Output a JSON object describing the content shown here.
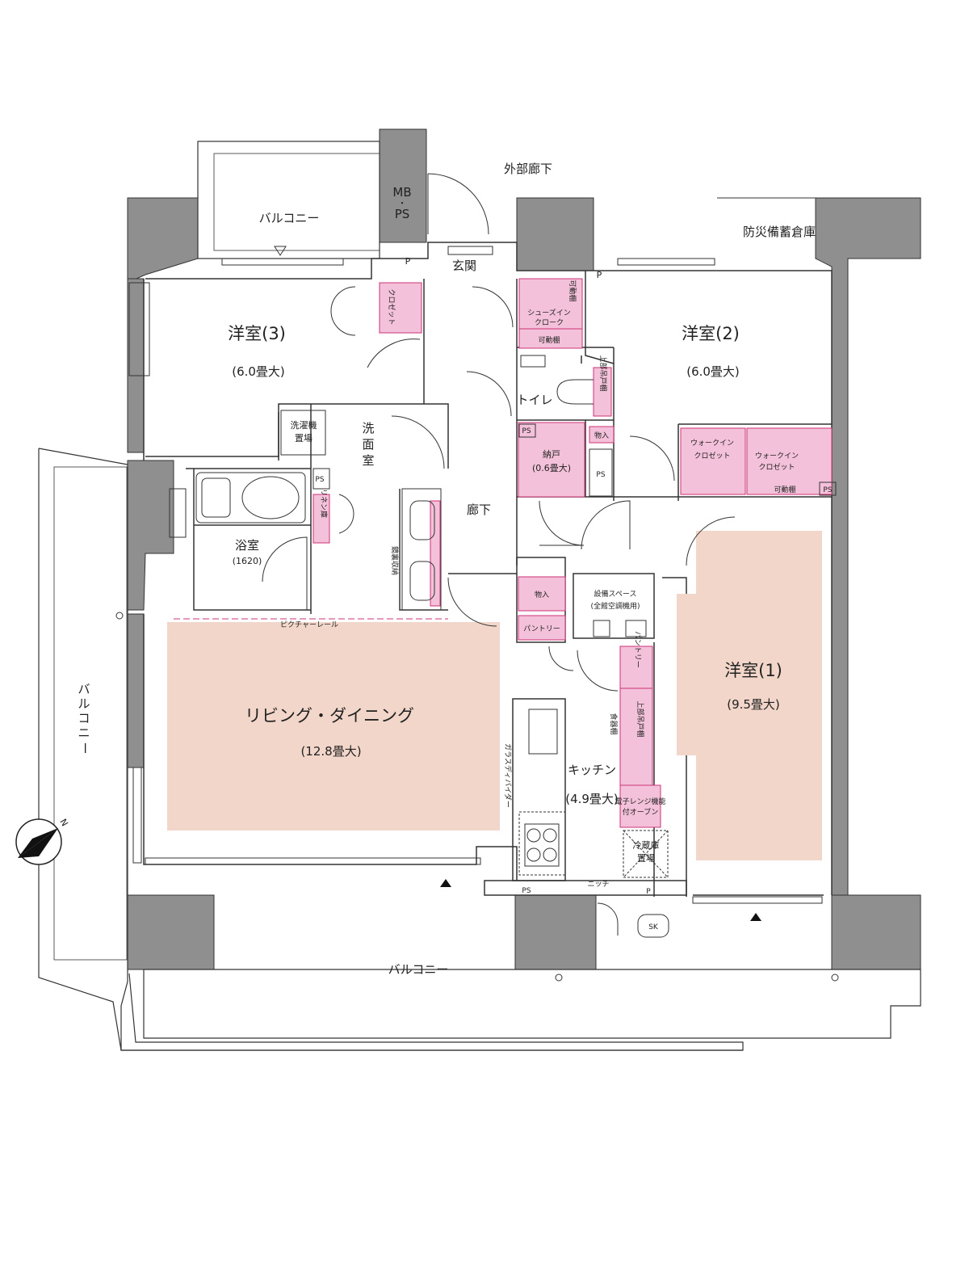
{
  "labels": {
    "outer_corridor": "外部廊下",
    "mbps_1": "MB",
    "mbps_dot": "・",
    "mbps_2": "PS",
    "balcony_north": "バルコニー",
    "storage_disaster": "防災備蓄倉庫",
    "entrance": "玄関",
    "p_top_left": "P",
    "p_top_right": "P",
    "room3_name": "洋室(3)",
    "room3_size": "(6.0畳大)",
    "room3_closet": "クロゼット",
    "shoes_movable_shelf": "可動棚",
    "shoes_in_cloak_1": "シューズイン",
    "shoes_in_cloak_2": "クローク",
    "shoes_movable_shelf_2": "可動棚",
    "room2_name": "洋室(2)",
    "room2_size": "(6.0畳大)",
    "toilet": "トイレ",
    "toilet_upper_cabinet": "上部吊戸棚",
    "washer_1": "洗濯機",
    "washer_2": "置場",
    "washroom_1": "洗",
    "washroom_2": "面",
    "washroom_3": "室",
    "ps_wash": "PS",
    "ps_closet": "PS",
    "ps_pantry": "PS",
    "ps_right": "PS",
    "ps_kitchen": "PS",
    "storage_small": "納戸",
    "storage_small_size": "(0.6畳大)",
    "mono_in_1": "物入",
    "wic_1a": "ウォークイン",
    "wic_1b": "クロゼット",
    "wic_2a": "ウォークイン",
    "wic_2b": "クロゼット",
    "movable_shelf_wic": "可動棚",
    "linen": "リネン庫",
    "corridor": "廊下",
    "bath_name": "浴室",
    "bath_size": "(1620)",
    "mirror_storage": "鏡裏収納",
    "mono_in_2": "物入",
    "equip_1": "設備スペース",
    "equip_2": "(全館空調機用)",
    "pantry_1": "パントリー",
    "pantry_2": "パントリー",
    "picture_rail": "ピクチャーレール",
    "living_name": "リビング・ダイニング",
    "living_size": "(12.8畳大)",
    "room1_name": "洋室(1)",
    "room1_size": "(9.5畳大)",
    "dish_shelf": "食器棚",
    "kitchen_upper_cabinet": "上部吊戸棚",
    "glass_divider": "ガラスディバイダー",
    "kitchen_name": "キッチン",
    "kitchen_size": "(4.9畳大)",
    "oven_1": "電子レンジ機能",
    "oven_2": "付オーブン",
    "fridge_1": "冷蔵庫",
    "fridge_2": "置場",
    "niche": "ニッチ",
    "p_kitchen": "P",
    "sk": "SK",
    "balcony_west_1": "バ",
    "balcony_west_2": "ル",
    "balcony_west_3": "コ",
    "balcony_west_4": "ニ",
    "balcony_west_5": "ー",
    "balcony_south": "バルコニー",
    "compass_n": "N"
  },
  "colors": {
    "wall": "#8f8f8f",
    "wall_stroke": "#333333",
    "pink": "#f3c1d9",
    "pink_stroke": "#cc3377",
    "room_fill": "#f2d6c9",
    "line": "#333333"
  }
}
